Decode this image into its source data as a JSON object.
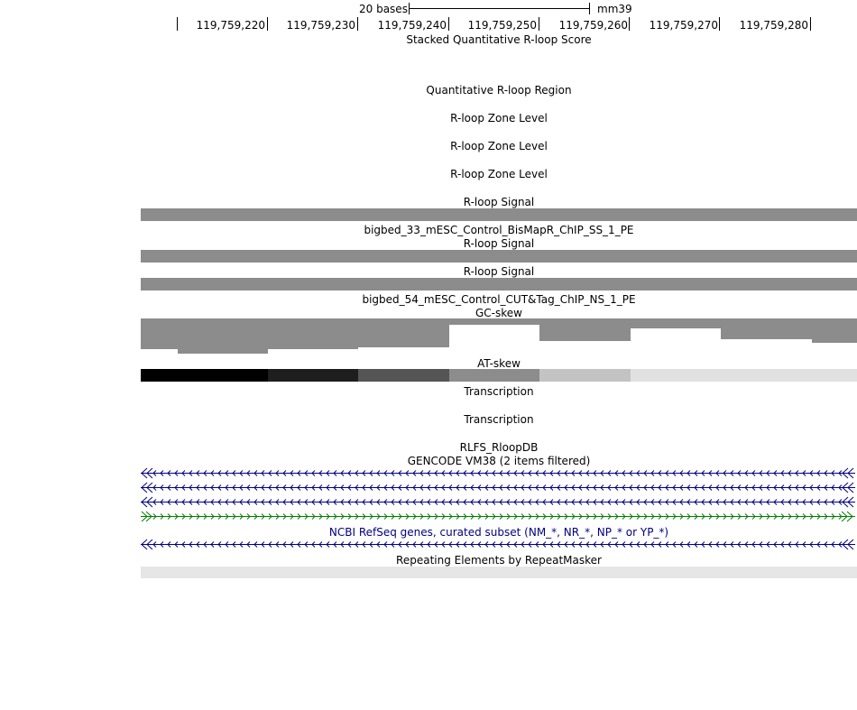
{
  "ruler": {
    "scale_label": "20 bases",
    "assembly": "mm39",
    "positions": [
      "119,759,220",
      "119,759,230",
      "119,759,240",
      "119,759,250",
      "119,759,260",
      "119,759,270",
      "119,759,280"
    ]
  },
  "tracks": {
    "stacked_score": "Stacked Quantitative R-loop Score",
    "quant_region": "Quantitative R-loop Region",
    "zone_level_1": "R-loop Zone Level",
    "zone_level_2": "R-loop Zone Level",
    "zone_level_3": "R-loop Zone Level",
    "signal_1": "R-loop Signal",
    "bigbed_33": "bigbed_33_mESC_Control_BisMapR_ChIP_SS_1_PE",
    "signal_2": "R-loop Signal",
    "signal_3": "R-loop Signal",
    "bigbed_54": "bigbed_54_mESC_Control_CUT&Tag_ChIP_NS_1_PE",
    "gc_skew": "GC-skew",
    "at_skew": "AT-skew",
    "transcription_1": "Transcription",
    "transcription_2": "Transcription",
    "rlfs": "RLFS_RloopDB",
    "gencode": "GENCODE VM38 (2 items filtered)",
    "refseq": "NCBI RefSeq genes, curated subset (NM_*, NR_*, NP_* or YP_*)",
    "repeatmasker": "Repeating Elements by RepeatMasker"
  },
  "colors": {
    "signal_gray": "#8c8c8c",
    "gene_navy": "#000080",
    "gene_green": "#008000",
    "repeat_gray": "#e6e6e6"
  },
  "gc_skew_levels": [
    0.85,
    1.05,
    0.85,
    0.8,
    -0.1,
    0.55,
    0.05,
    0.45,
    0.6
  ],
  "at_skew_shades": [
    "#000000",
    "#1e1e1e",
    "#555555",
    "#8c8c8c",
    "#c3c3c3",
    "#e1e1e1",
    "#e1e1e1",
    "#e1e1e1"
  ],
  "gene_strands": [
    "minus",
    "minus",
    "minus",
    "plus",
    "minus"
  ]
}
